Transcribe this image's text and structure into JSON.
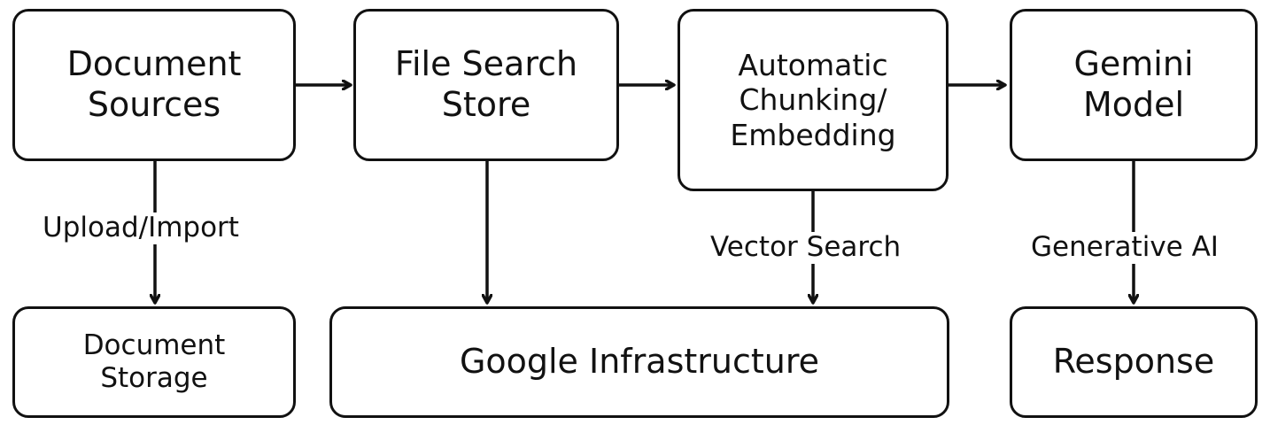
{
  "nodes": {
    "document_sources": "Document\nSources",
    "file_search_store": "File Search\nStore",
    "chunking_embedding": "Automatic\nChunking/\nEmbedding",
    "gemini_model": "Gemini\nModel",
    "document_storage": "Document\nStorage",
    "google_infrastructure": "Google Infrastructure",
    "response": "Response"
  },
  "edges": {
    "upload_import": "Upload/Import",
    "vector_search": "Vector Search",
    "generative_ai": "Generative AI"
  },
  "colors": {
    "stroke": "#111111",
    "background": "#ffffff"
  }
}
